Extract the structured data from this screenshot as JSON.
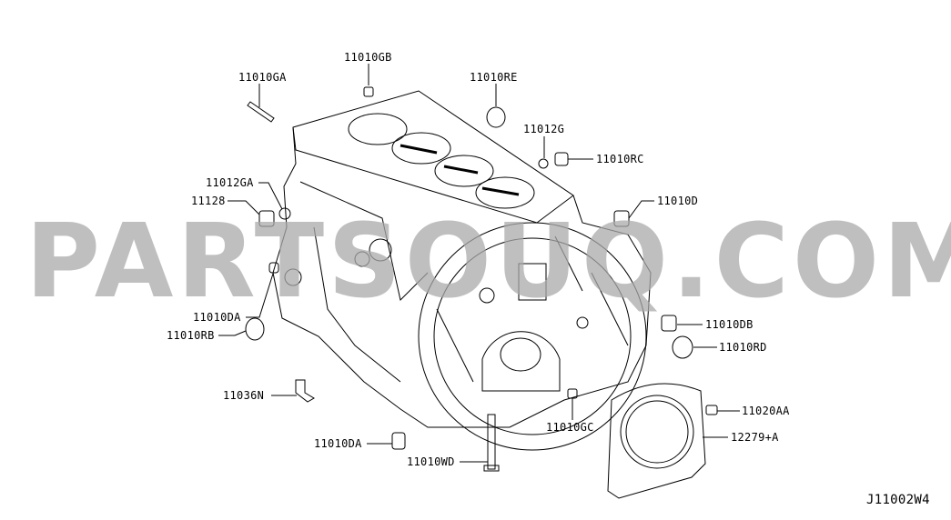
{
  "diagram": {
    "watermark": "PARTSOUQ.COM",
    "figure_code": "J11002W4",
    "callouts": [
      {
        "id": "gA",
        "label": "11010GA"
      },
      {
        "id": "gB",
        "label": "11010GB"
      },
      {
        "id": "rE",
        "label": "11010RE"
      },
      {
        "id": "g",
        "label": "11012G"
      },
      {
        "id": "rC",
        "label": "11010RC"
      },
      {
        "id": "gA2",
        "label": "11012GA"
      },
      {
        "id": "p128",
        "label": "11128"
      },
      {
        "id": "d",
        "label": "11010D"
      },
      {
        "id": "dA",
        "label": "11010DA"
      },
      {
        "id": "rB",
        "label": "11010RB"
      },
      {
        "id": "dB",
        "label": "11010DB"
      },
      {
        "id": "rD",
        "label": "11010RD"
      },
      {
        "id": "n36",
        "label": "11036N"
      },
      {
        "id": "aa",
        "label": "11020AA"
      },
      {
        "id": "gC",
        "label": "11010GC"
      },
      {
        "id": "seal",
        "label": "12279+A"
      },
      {
        "id": "dA2",
        "label": "11010DA"
      },
      {
        "id": "wD",
        "label": "11010WD"
      }
    ]
  }
}
